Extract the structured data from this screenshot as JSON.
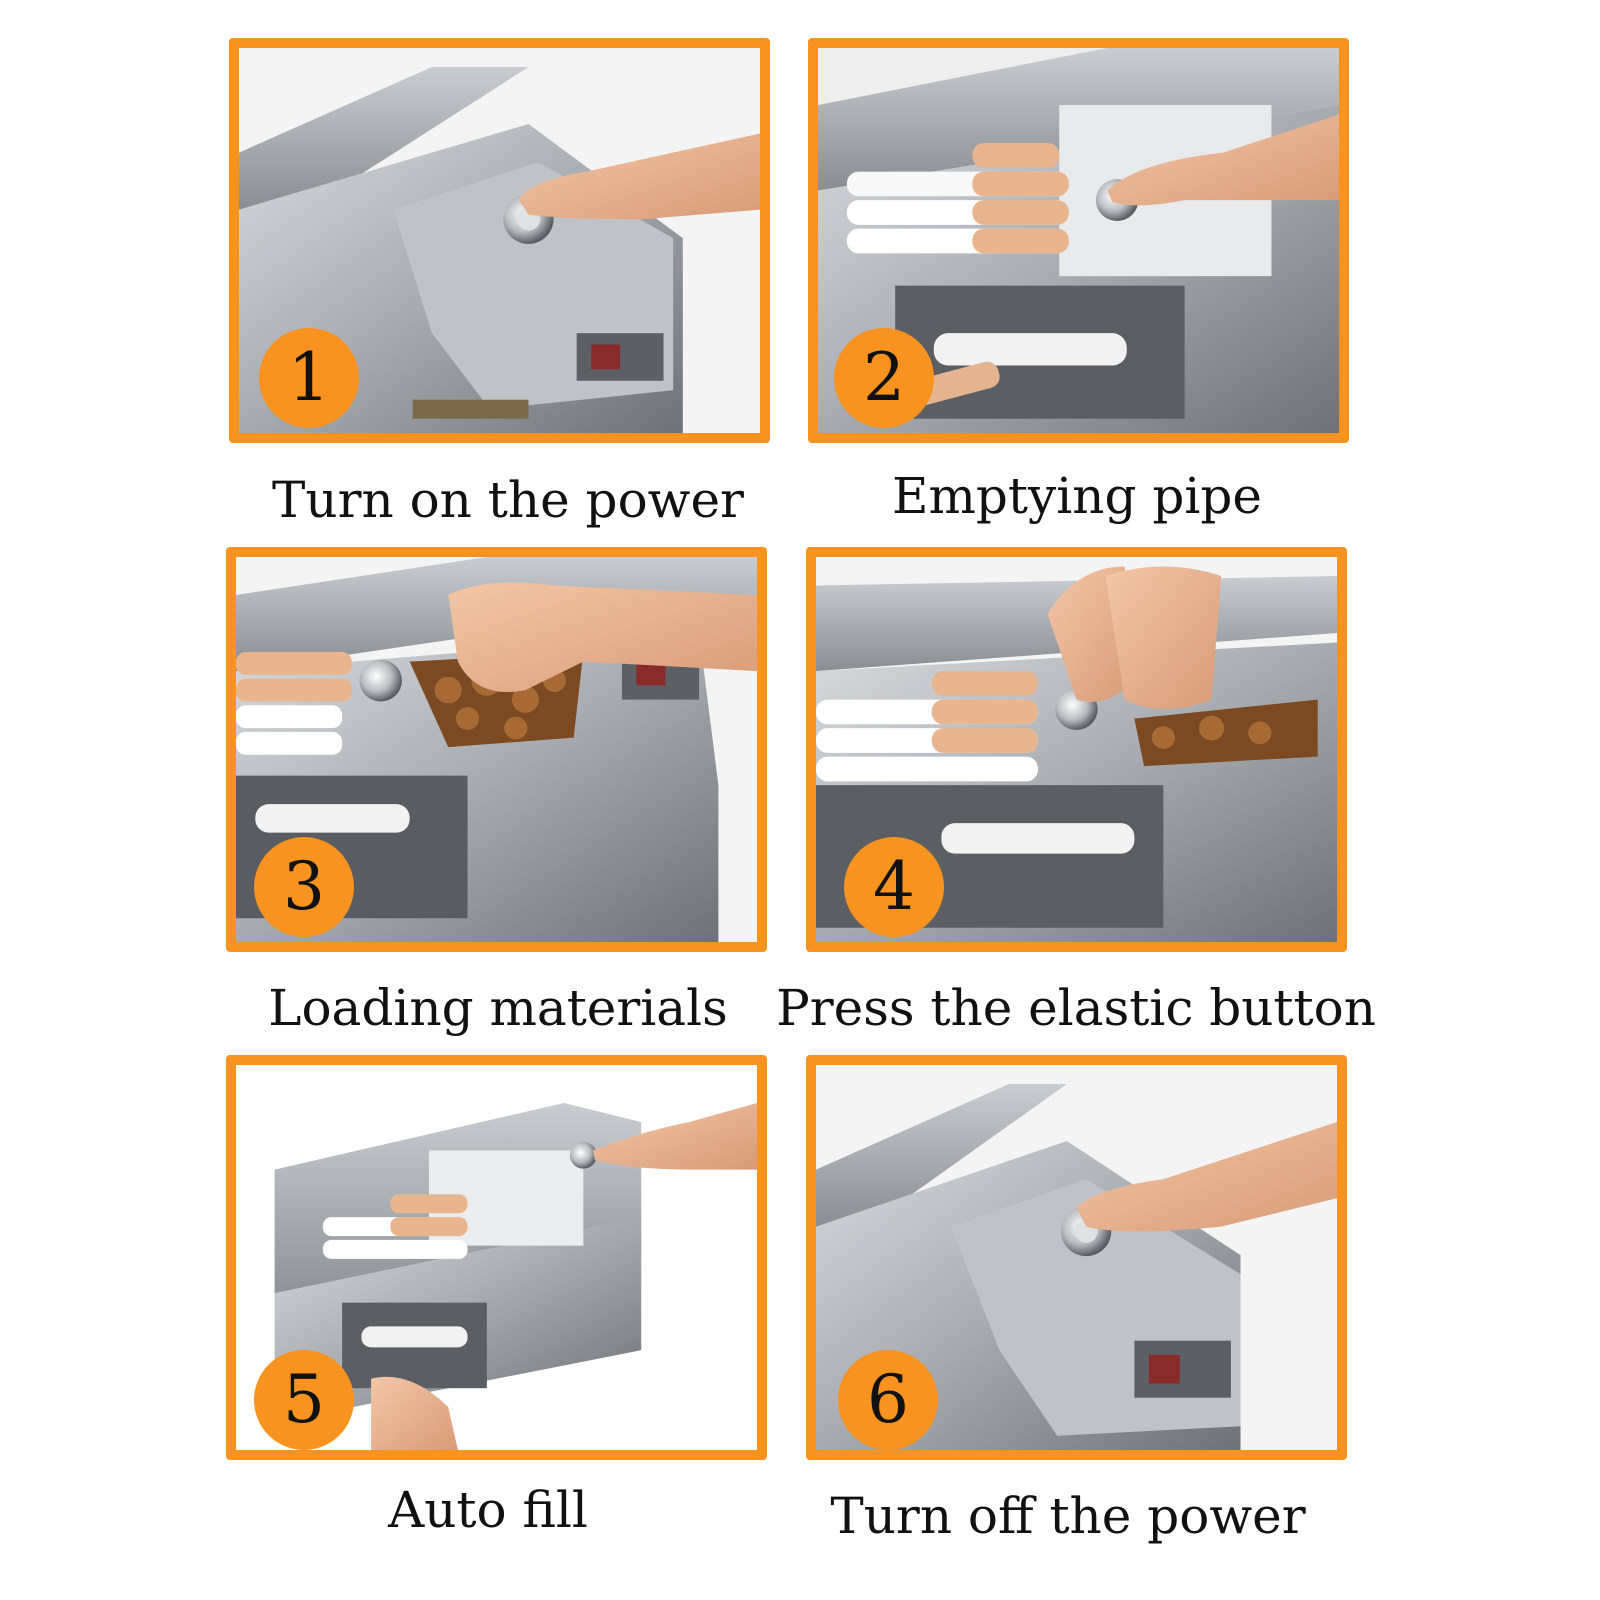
{
  "accent_color": "#f7931e",
  "steps": [
    {
      "number": "1",
      "caption": "Turn on the power",
      "image": "finger-pressing-power-button-on-cigarette-machine"
    },
    {
      "number": "2",
      "caption": "Emptying pipe",
      "image": "finger-pressing-button-empty-tubes-loaded"
    },
    {
      "number": "3",
      "caption": "Loading materials",
      "image": "hand-loading-tobacco-into-hopper"
    },
    {
      "number": "4",
      "caption": "Press the elastic button",
      "image": "fingers-pressing-elastic-button"
    },
    {
      "number": "5",
      "caption": "Auto fill",
      "image": "hands-operating-full-machine-auto-fill"
    },
    {
      "number": "6",
      "caption": "Turn off the power",
      "image": "finger-pressing-power-button-off"
    }
  ]
}
